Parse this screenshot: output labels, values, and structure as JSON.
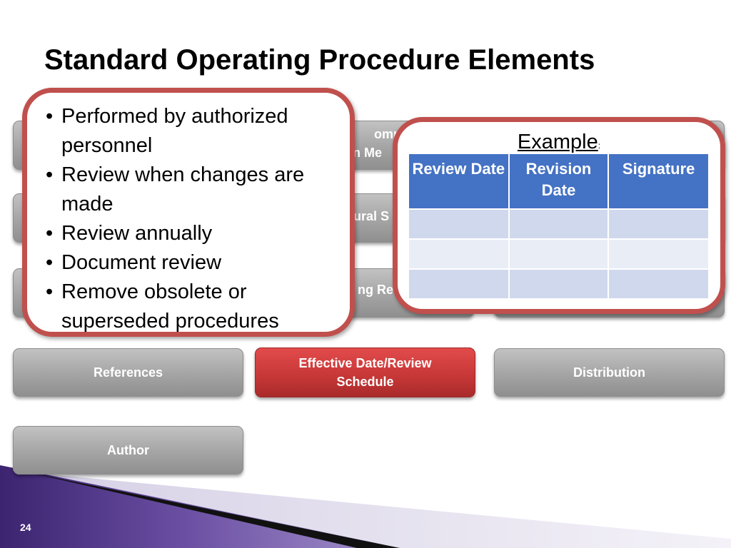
{
  "slide": {
    "title": "Standard Operating Procedure Elements",
    "page_number": "24"
  },
  "boxes": {
    "references": "References",
    "effective_date": "Effective Date/Review Schedule",
    "distribution": "Distribution",
    "author": "Author",
    "partial_top_middle_line1": "omm",
    "partial_top_middle_line2": "n Me",
    "partial_second_middle": "ural S",
    "partial_third_middle": "ng Re"
  },
  "callout_bullets": [
    "Performed by authorized personnel",
    "Review when changes are made",
    "Review annually",
    "Document review",
    "Remove obsolete or superseded procedures"
  ],
  "example": {
    "label": "Example",
    "colon": ":",
    "headers": [
      "Review Date",
      "Revision Date",
      "Signature"
    ],
    "rows": [
      [
        "",
        "",
        ""
      ],
      [
        "",
        "",
        ""
      ],
      [
        "",
        "",
        ""
      ]
    ]
  },
  "colors": {
    "callout_border": "#c0504d",
    "table_header": "#4472c4",
    "highlight_box": "#c83838",
    "gray_box": "#a4a4a4",
    "footer_purple": "#5b3a8e"
  }
}
